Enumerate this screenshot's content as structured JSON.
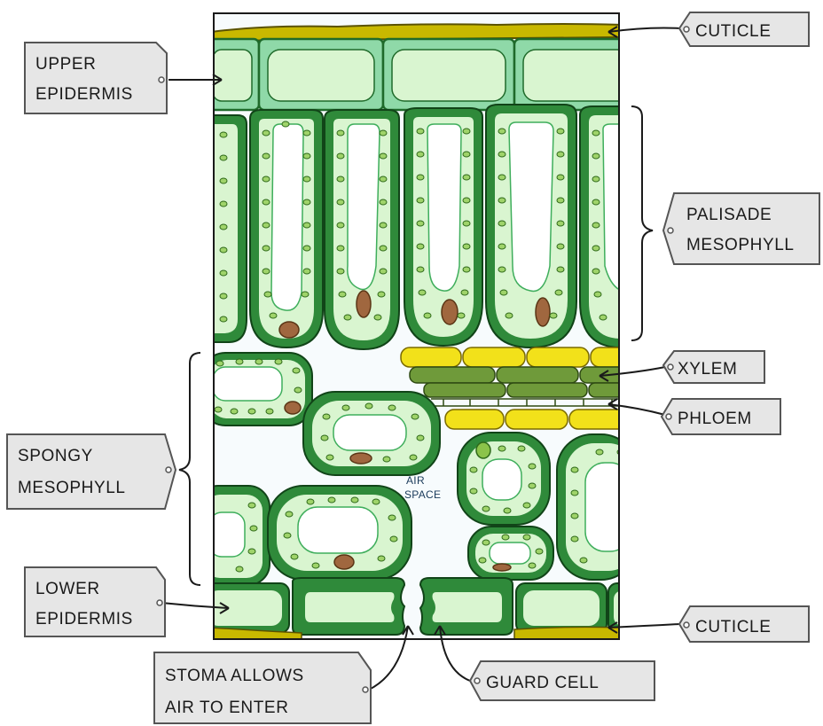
{
  "labels": {
    "cuticle_top": "CUTICLE",
    "upper_epidermis": [
      "UPPER",
      "EPIDERMIS"
    ],
    "palisade_mesophyll": [
      "PALISADE",
      "MESOPHYLL"
    ],
    "xylem": "XYLEM",
    "phloem": "PHLOEM",
    "spongy_mesophyll": [
      "SPONGY",
      "MESOPHYLL"
    ],
    "lower_epidermis": [
      "LOWER",
      "EPIDERMIS"
    ],
    "cuticle_bottom": "CUTICLE",
    "stoma": [
      "STOMA ALLOWS",
      "AIR TO ENTER"
    ],
    "guard_cell": "GUARD CELL",
    "air_space": [
      "AIR",
      "SPACE"
    ]
  },
  "colors": {
    "cell_wall": "#2f8a3a",
    "cytoplasm": "#d9f5d0",
    "chloroplast": "#9fd36a",
    "vacuole": "#ffffff",
    "nucleus": "#a0673f",
    "cuticle": "#c8b800",
    "epidermis": "#a8e6b8",
    "xylem": "#f2e11a",
    "phloem": "#6f9a3a",
    "tag_fill": "#e6e6e6",
    "tag_stroke": "#555555"
  }
}
